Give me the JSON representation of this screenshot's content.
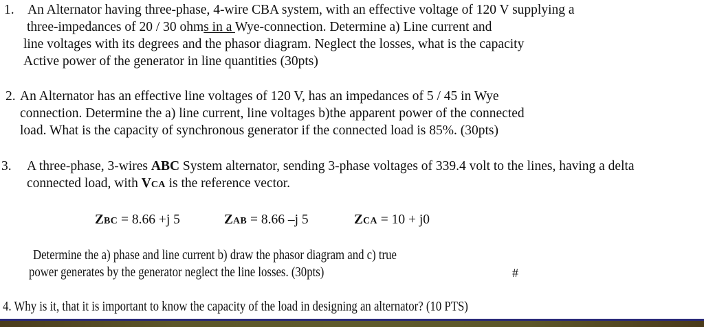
{
  "questions": [
    {
      "number": "1.",
      "lines": [
        {
          "pre": "An Alternator having  three-phase, 4-wire CBA system, with an effective voltage of 120 V supplying a"
        },
        {
          "pre": "three-impedances of 20 / 30 ohm",
          "underlined": "s in a ",
          "post": "Wye-connection. Determine a) Line current and"
        },
        {
          "pre": "line voltages with its degrees and the phasor diagram. Neglect the losses, what is the capacity"
        },
        {
          "pre": "Active power of the generator in line quantities (30pts)"
        }
      ]
    },
    {
      "number": "2.",
      "lines": [
        {
          "pre": "An Alternator has an effective line voltages of 120 V, has an impedances of 5 / 45  in Wye"
        },
        {
          "pre": "connection. Determine the a) line current, line voltages b)the apparent power of the connected"
        },
        {
          "pre": "load. What is the capacity of synchronous generator if the connected load is 85%. (30pts)"
        }
      ]
    },
    {
      "number": "3.",
      "lines": [
        {
          "pre": "A three-phase, 3-wires ",
          "bold": "ABC",
          "post": " System alternator, sending 3-phase voltages of 339.4 volt to the lines, having a delta"
        },
        {
          "pre": "connected load, with ",
          "bold_v": "V",
          "bold_sub": "CA",
          "post": " is the reference vector."
        }
      ],
      "impedances": [
        {
          "symbol": "Z",
          "sub": "BC",
          "value": " = 8.66 +j 5"
        },
        {
          "symbol": "Z",
          "sub": "AB",
          "value": " = 8.66 –j 5"
        },
        {
          "symbol": "Z",
          "sub": "CA",
          "value": " = 10 + j0"
        }
      ],
      "determine_lines": [
        "Determine the a) phase and line current b) draw the phasor diagram and c) true",
        "power generates by the generator neglect the line losses. (30pts)"
      ],
      "end_mark": "#"
    },
    {
      "number": "4.",
      "text": "Why is it, that it is important to know the capacity of the load in designing an alternator? (10 PTS)"
    }
  ],
  "colors": {
    "text": "#111111",
    "bottom_rule": "#2a2a7a",
    "bottom_band": "#5c5628"
  }
}
